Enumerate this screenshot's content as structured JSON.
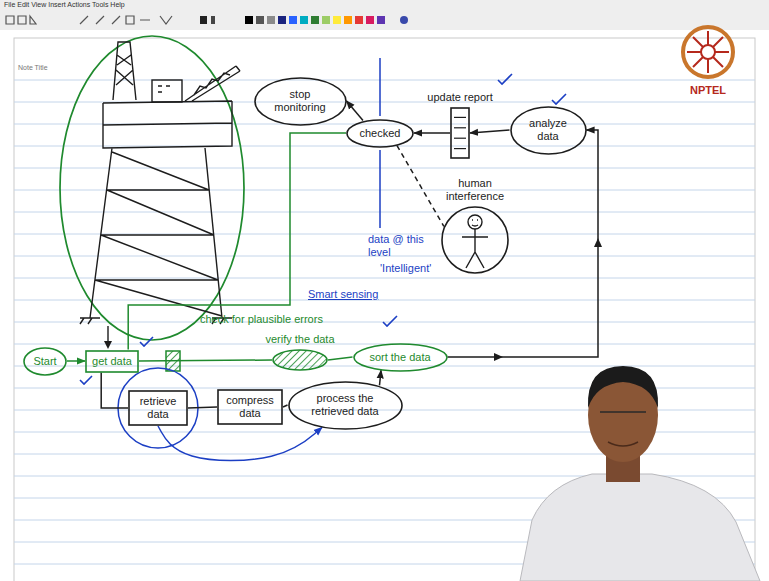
{
  "diagram": {
    "nodes": [
      {
        "text": [
          "Start"
        ]
      },
      {
        "text": [
          "get data"
        ]
      },
      {
        "text": [
          "verify the data"
        ]
      },
      {
        "text": [
          "sort the data"
        ]
      },
      {
        "text": [
          "retrieve data"
        ]
      },
      {
        "text": [
          "compress data"
        ]
      },
      {
        "text": [
          "process the retrieved data"
        ]
      },
      {
        "text": [
          "analyze data"
        ]
      },
      {
        "text": [
          "update report"
        ]
      },
      {
        "text": [
          "checked"
        ]
      },
      {
        "text": [
          "stop monitoring"
        ]
      },
      {
        "text": [
          "human interference"
        ]
      }
    ],
    "edges": [
      {
        "from": 0,
        "to": 1,
        "arrow": "to"
      },
      {
        "from": 1,
        "to": 2,
        "arrow": "none"
      },
      {
        "from": 2,
        "to": 3,
        "arrow": "none"
      },
      {
        "from": 1,
        "to": 4,
        "arrow": "none"
      },
      {
        "from": 4,
        "to": 5,
        "arrow": "none"
      },
      {
        "from": 5,
        "to": 6,
        "arrow": "none"
      },
      {
        "from": 6,
        "to": 3,
        "arrow": "to"
      },
      {
        "from": 3,
        "to": 7,
        "arrow": "to"
      },
      {
        "from": 7,
        "to": 8,
        "arrow": "to"
      },
      {
        "from": 8,
        "to": 9,
        "arrow": "to"
      },
      {
        "from": 9,
        "to": 10,
        "arrow": "to"
      },
      {
        "from": 9,
        "to": 11,
        "arrow": "none"
      },
      {
        "from": 1,
        "to": 9,
        "arrow": "none"
      },
      {
        "from": 4,
        "to": 6,
        "arrow": "to"
      }
    ],
    "labels": [
      "File Edit View Insert Actions Tools Help",
      "Note Title",
      "NPTEL",
      "check for plausible errors",
      "Smart sensing",
      "data @ this level",
      "'Intelligent'"
    ]
  }
}
